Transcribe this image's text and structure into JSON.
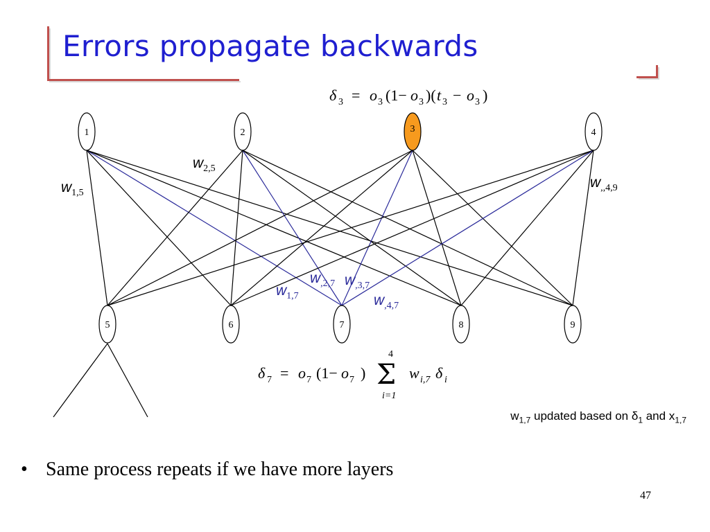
{
  "slide": {
    "title": "Errors propagate backwards",
    "page_number": "47",
    "accent_color": "#c0504d",
    "title_color": "#1f1fd0"
  },
  "equations": {
    "output_delta": {
      "delta_symbol": "δ",
      "index": "3",
      "text": "= o3(1 − o3)(t3 − o3)"
    },
    "hidden_delta": {
      "delta_symbol": "δ",
      "index": "7",
      "sum_upper": "4",
      "sum_lower": "i=1",
      "text": "= o7(1 − o7) Σ w i,7 δ i"
    }
  },
  "network": {
    "output_nodes": [
      {
        "id": "1",
        "label": "1",
        "highlighted": false
      },
      {
        "id": "2",
        "label": "2",
        "highlighted": false
      },
      {
        "id": "3",
        "label": "3",
        "highlighted": true
      },
      {
        "id": "4",
        "label": "4",
        "highlighted": false
      }
    ],
    "hidden_nodes": [
      {
        "id": "5",
        "label": "5"
      },
      {
        "id": "6",
        "label": "6"
      },
      {
        "id": "7",
        "label": "7"
      },
      {
        "id": "8",
        "label": "8"
      },
      {
        "id": "9",
        "label": "9"
      }
    ],
    "highlight_color": "#f79a1e",
    "blue_edge_color": "#2a2a9a",
    "edge_color": "#000000",
    "weight_labels": [
      {
        "key": "w15",
        "symbol": "w",
        "subscript": "1,5",
        "color": "#000000"
      },
      {
        "key": "w25",
        "symbol": "w",
        "subscript": "2,5",
        "color": "#000000"
      },
      {
        "key": "w49",
        "symbol": "w",
        "subscript": ",,4,9",
        "color": "#000000"
      },
      {
        "key": "w27",
        "symbol": "w",
        "subscript": ",2,7",
        "color": "#2a2a9a"
      },
      {
        "key": "w37",
        "symbol": "w",
        "subscript": ",3,7",
        "color": "#2a2a9a"
      },
      {
        "key": "w17",
        "symbol": "w",
        "subscript": "1,7",
        "color": "#2a2a9a"
      },
      {
        "key": "w47",
        "symbol": "w",
        "subscript": ",4,7",
        "color": "#2a2a9a"
      }
    ]
  },
  "note": {
    "w": "w",
    "w_sub": "1,7",
    "middle": " updated based on ",
    "delta": "δ",
    "delta_sub": "1",
    "and": " and x",
    "x_sub": "1,7"
  },
  "bullets": [
    {
      "bullet": "•",
      "text": "Same process repeats if we have more layers"
    }
  ]
}
